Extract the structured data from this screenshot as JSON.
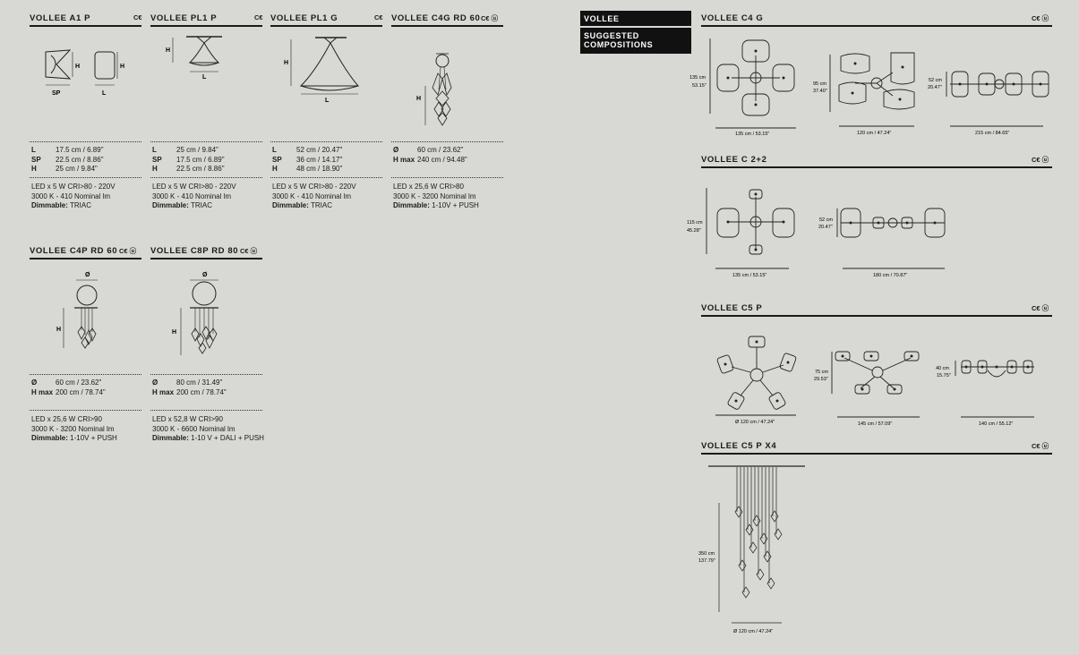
{
  "products": [
    {
      "title": "VOLLEE A1 P",
      "marks": "C€",
      "dims": {
        "l": "SP",
        "r": "L",
        "h1": "H",
        "h2": "H"
      },
      "specs": [
        {
          "k": "L",
          "v": "17.5 cm / 6.89\""
        },
        {
          "k": "SP",
          "v": "22.5 cm / 8.86\""
        },
        {
          "k": "H",
          "v": "25 cm / 9.84\""
        }
      ],
      "led": "LED x 5 W CRI>80 - 220V",
      "lm": "3000 K - 410 Nominal lm",
      "dim_label": "Dimmable:",
      "dim_value": "TRIAC"
    },
    {
      "title": "VOLLEE PL1 P",
      "marks": "C€",
      "dims": {
        "h": "H",
        "l": "L"
      },
      "specs": [
        {
          "k": "L",
          "v": "25 cm / 9.84\""
        },
        {
          "k": "SP",
          "v": "17.5 cm / 6.89\""
        },
        {
          "k": "H",
          "v": "22.5 cm / 8.86\""
        }
      ],
      "led": "LED x 5 W CRI>80 - 220V",
      "lm": "3000 K - 410 Nominal lm",
      "dim_label": "Dimmable:",
      "dim_value": "TRIAC"
    },
    {
      "title": "VOLLEE PL1 G",
      "marks": "C€",
      "dims": {
        "h": "H",
        "l": "L"
      },
      "specs": [
        {
          "k": "L",
          "v": "52 cm / 20.47\""
        },
        {
          "k": "SP",
          "v": "36 cm / 14.17\""
        },
        {
          "k": "H",
          "v": "48 cm / 18.90\""
        }
      ],
      "led": "LED x 5 W CRI>80 - 220V",
      "lm": "3000 K - 410 Nominal lm",
      "dim_label": "Dimmable:",
      "dim_value": "TRIAC"
    },
    {
      "title": "VOLLEE C4G RD 60",
      "marks": "C€ ⓤ",
      "dims": {
        "h": "H"
      },
      "specs": [
        {
          "k": "Ø",
          "v": "60 cm / 23.62\""
        },
        {
          "k": "H max",
          "v": "240 cm / 94.48\""
        }
      ],
      "led": "LED x 25,6 W CRI>80",
      "lm": "3000 K - 3200 Nominal lm",
      "dim_label": "Dimmable:",
      "dim_value": "1-10V + PUSH"
    },
    {
      "title": "VOLLEE C4P RD 60",
      "marks": "C€ ⓤ",
      "dims": {
        "d": "Ø",
        "h": "H"
      },
      "specs": [
        {
          "k": "Ø",
          "v": "60 cm / 23.62\""
        },
        {
          "k": "H max",
          "v": "200 cm / 78.74\""
        }
      ],
      "led": "LED x 25,6 W CRI>90",
      "lm": "3000 K - 3200 Nominal lm",
      "dim_label": "Dimmable:",
      "dim_value": "1-10V + PUSH"
    },
    {
      "title": "VOLLEE C8P RD 80",
      "marks": "C€ ⓤ",
      "dims": {
        "d": "Ø",
        "h": "H"
      },
      "specs": [
        {
          "k": "Ø",
          "v": "80 cm / 31.49\""
        },
        {
          "k": "H max",
          "v": "200 cm / 78.74\""
        }
      ],
      "led": "LED x 52,8 W CRI>90",
      "lm": "3000 K - 6600 Nominal lm",
      "dim_label": "Dimmable:",
      "dim_value": "1-10 V + DALI + PUSH"
    }
  ],
  "header": {
    "brand": "VOLLEE",
    "sub1": "SUGGESTED",
    "sub2": "COMPOSITIONS"
  },
  "compositions": [
    {
      "title": "VOLLEE C4 G",
      "marks": "C€ ⓤ",
      "dims": [
        {
          "a": "135 cm",
          "b": "53.15\""
        },
        {
          "a": "135 cm / 53.15\""
        },
        {
          "a": "95 cm",
          "b": "37.40\""
        },
        {
          "a": "120 cm / 47.24\""
        },
        {
          "a": "52 cm",
          "b": "20.47\""
        },
        {
          "a": "215 cm / 84.65\""
        }
      ]
    },
    {
      "title": "VOLLEE C 2+2",
      "marks": "C€ ⓤ",
      "dims": [
        {
          "a": "115 cm",
          "b": "45.28\""
        },
        {
          "a": "135 cm / 53.15\""
        },
        {
          "a": "52 cm",
          "b": "20.47\""
        },
        {
          "a": "180 cm / 70.87\""
        }
      ]
    },
    {
      "title": "VOLLEE C5 P",
      "marks": "C€ ⓤ",
      "dims": [
        {
          "a": "Ø 120 cm / 47.24\""
        },
        {
          "a": "75 cm",
          "b": "29.53\""
        },
        {
          "a": "145 cm / 57.09\""
        },
        {
          "a": "40 cm",
          "b": "15.75\""
        },
        {
          "a": "140 cm / 55.12\""
        }
      ]
    },
    {
      "title": "VOLLEE C5 P X4",
      "marks": "C€ ⓤ",
      "dims": [
        {
          "a": "350 cm",
          "b": "137.79\""
        },
        {
          "a": "Ø 120 cm / 47.24\""
        }
      ]
    }
  ]
}
